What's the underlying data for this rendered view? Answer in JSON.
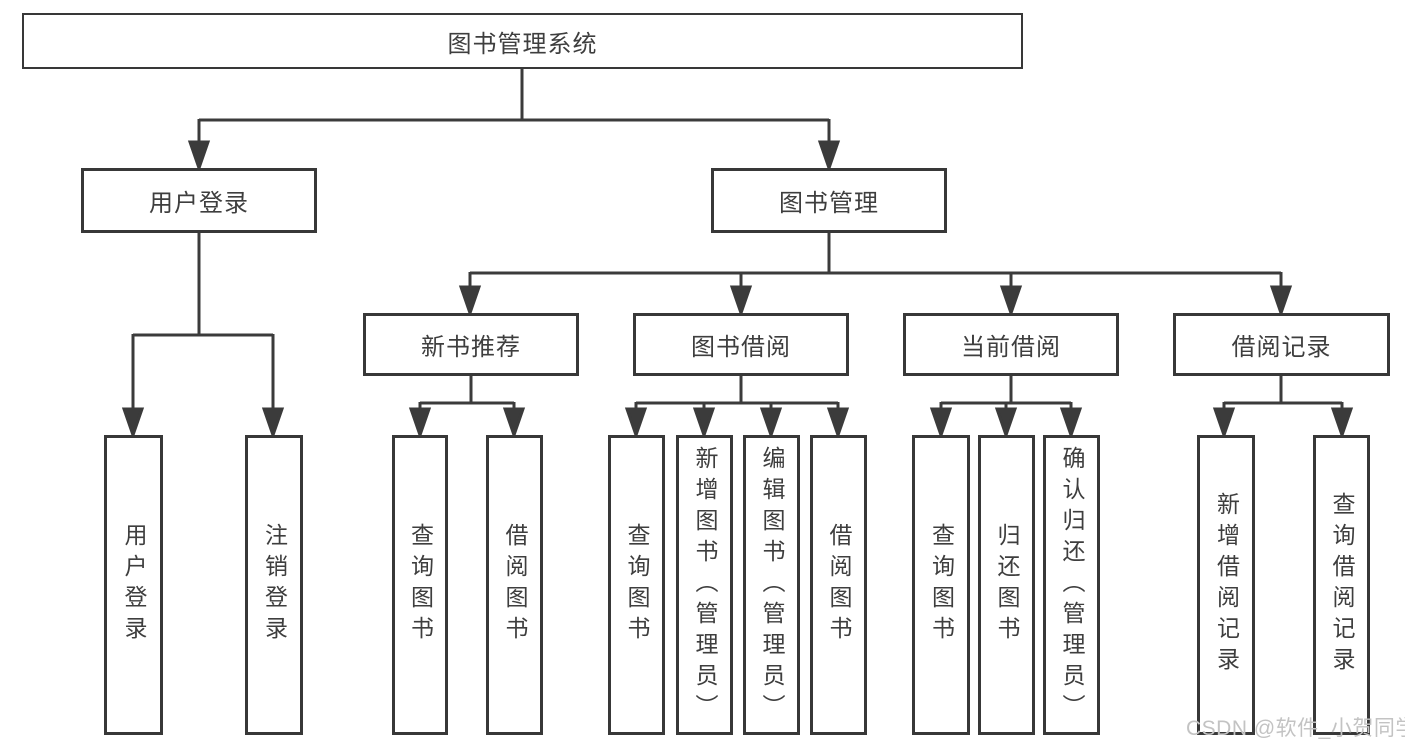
{
  "diagram": {
    "title": "图书管理系统",
    "nodes": {
      "root": "图书管理系统",
      "user_login": "用户登录",
      "book_management": "图书管理",
      "new_book_recommend": "新书推荐",
      "book_borrowing": "图书借阅",
      "current_borrowing": "当前借阅",
      "borrowing_records": "借阅记录"
    },
    "leaves": {
      "user_login": [
        "用户登录",
        "注销登录"
      ],
      "new_book_recommend": [
        "查询图书",
        "借阅图书"
      ],
      "book_borrowing": [
        "查询图书",
        "新增图书（管理员）",
        "编辑图书（管理员）",
        "借阅图书"
      ],
      "current_borrowing": [
        "查询图书",
        "归还图书",
        "确认归还（管理员）"
      ],
      "borrowing_records": [
        "新增借阅记录",
        "查询借阅记录"
      ]
    },
    "colors": {
      "line": "#3b3b3b",
      "box_border": "#383838",
      "text": "#3e3e3e",
      "background": "#ffffff",
      "watermark": "#c3c3c3"
    }
  },
  "watermark": "CSDN @软件_小贺同学"
}
